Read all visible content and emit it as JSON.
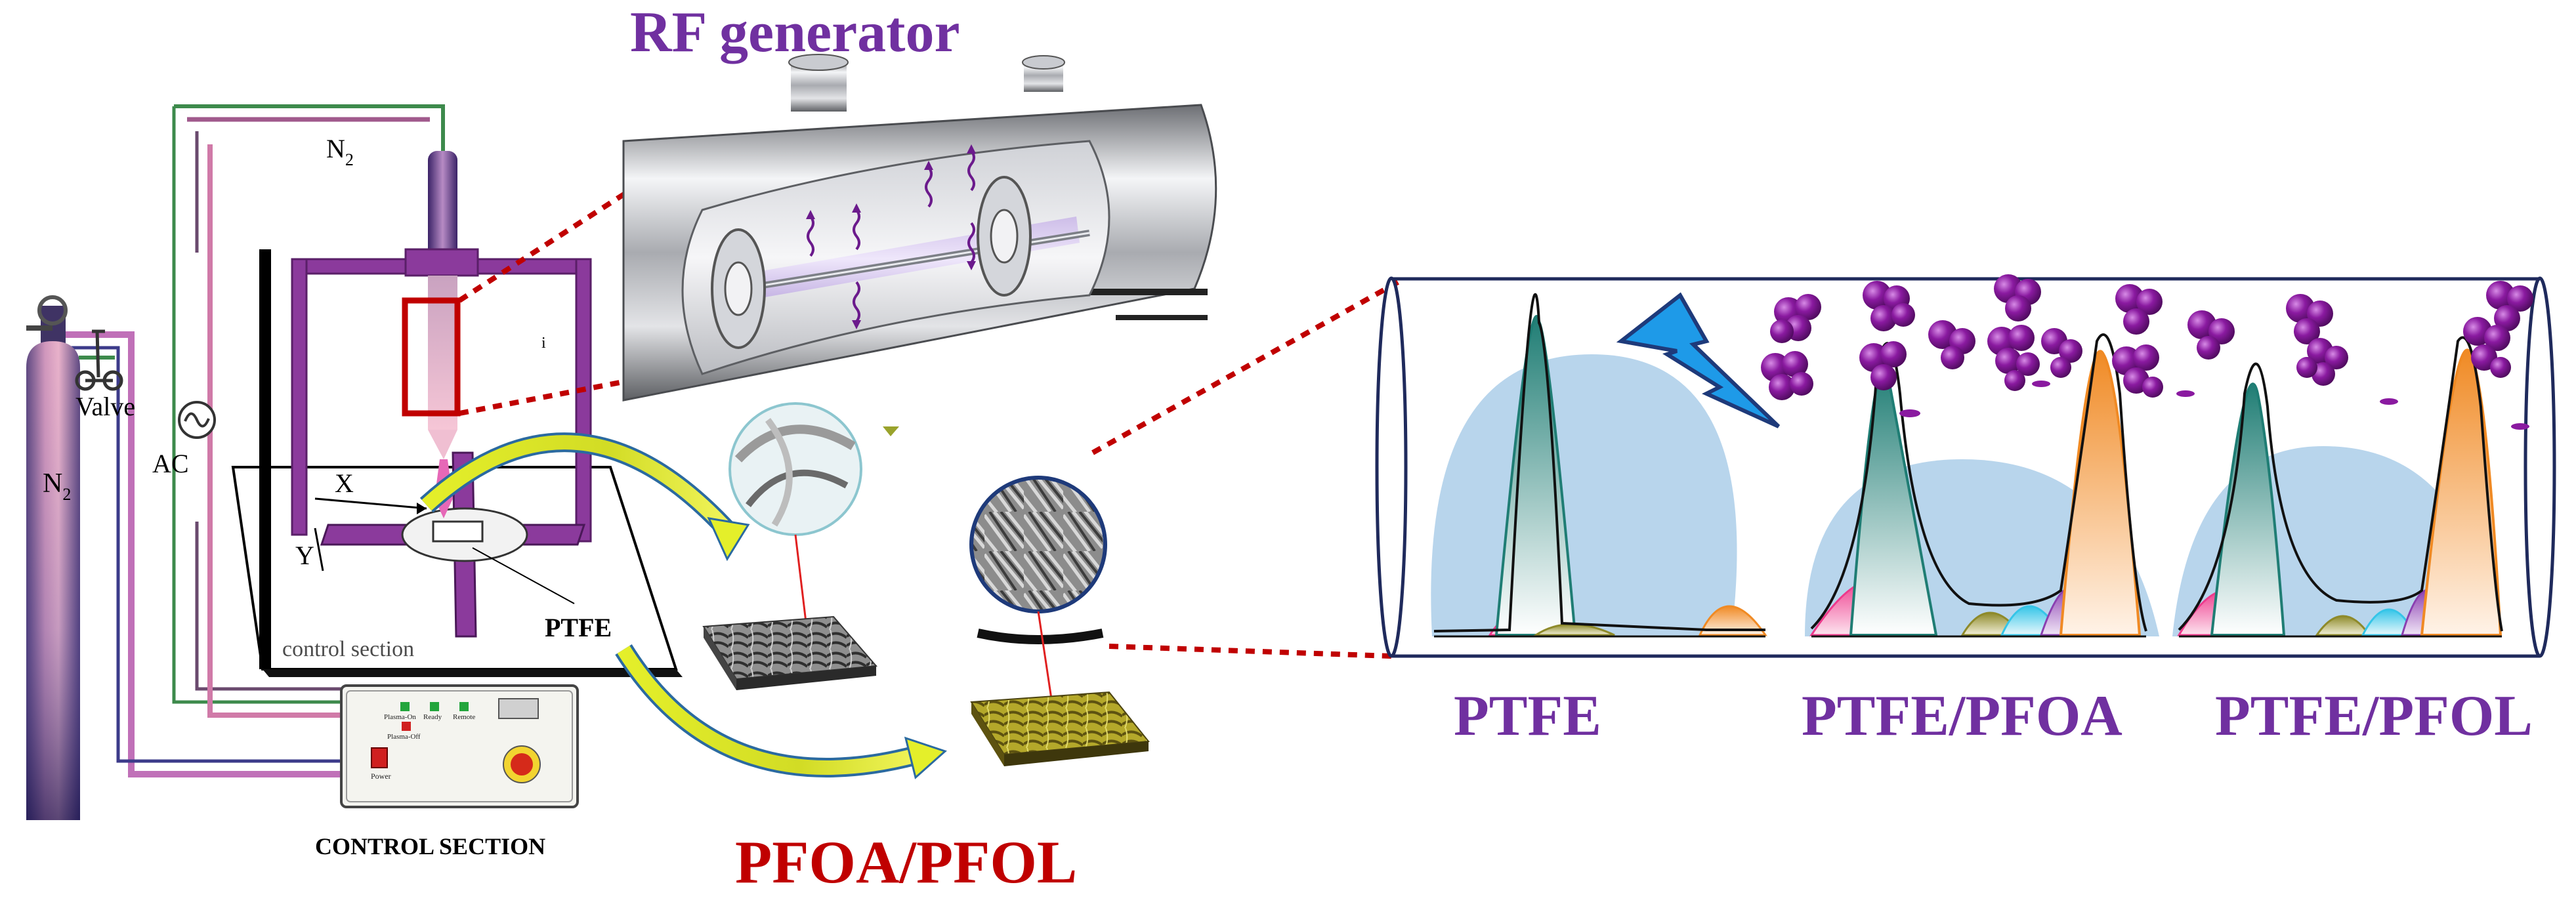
{
  "labels": {
    "rf_generator": "RF generator",
    "n2_line": "N",
    "n2_line_sub": "2",
    "valve": "Valve",
    "ac": "AC",
    "cylinder": "N",
    "cylinder_sub": "2",
    "axis_x": "X",
    "axis_y": "Y",
    "stage_caption": "control section",
    "ptfe_sample": "PTFE",
    "control_section": "CONTROL SECTION",
    "monomer": "PFOA/PFOL",
    "reactor_mark": "i"
  },
  "control_panel": {
    "plasma_on": "Plasma-On",
    "ready": "Ready",
    "remote": "Remote",
    "plasma_off": "Plasma-Off",
    "power": "Power"
  },
  "spectra_labels": [
    "PTFE",
    "PTFE/PFOA",
    "PTFE/PFOL"
  ],
  "colors": {
    "label_purple": "#7030a0",
    "label_red": "#c00000",
    "frame_purple": "#8b3a9c",
    "tube_navy": "#1f2a5c",
    "lightning": "#1e9ae8",
    "molecule": "#8a1aa0",
    "peak_teal": "#1f7d74",
    "peak_orange": "#f08a24",
    "peak_pink": "#ee3a8c",
    "peak_cyan": "#35c5e8",
    "bubble": "#b8d5ec"
  }
}
